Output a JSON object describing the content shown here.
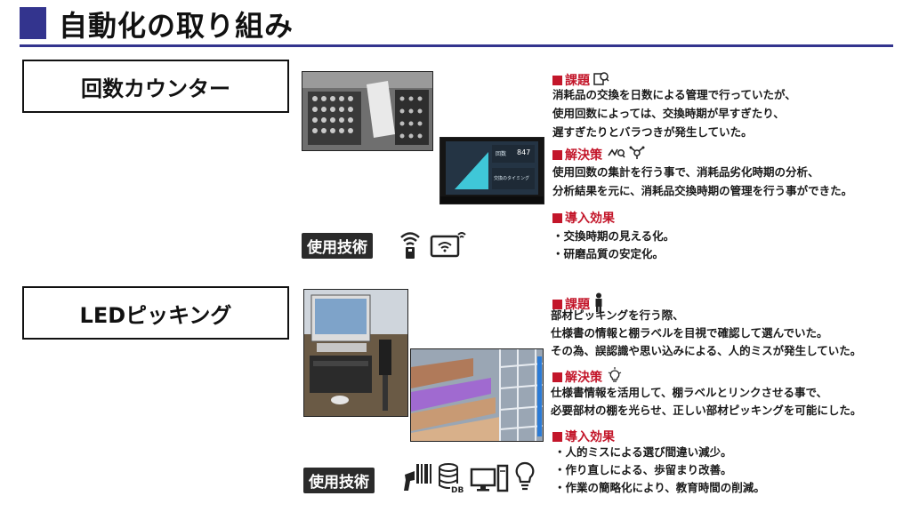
{
  "header": {
    "title": "自動化の取り組み"
  },
  "sections": [
    {
      "title": "回数カウンター",
      "tech_label": "使用技術",
      "screen": {
        "label": "回数",
        "value": "847",
        "sub": "交換のタイミング"
      },
      "issue": {
        "heading": "課題",
        "lines": [
          "消耗品の交換を日数による管理で行っていたが、",
          "使用回数によっては、交換時期が早すぎたり、",
          "遅すぎたりとバラつきが発生していた。"
        ]
      },
      "solution": {
        "heading": "解決策",
        "lines": [
          "使用回数の集計を行う事で、消耗品劣化時期の分析、",
          "分析結果を元に、消耗品交換時期の管理を行う事ができた。"
        ]
      },
      "effect": {
        "heading": "導入効果",
        "bullets": [
          "・交換時期の見える化。",
          "・研磨品質の安定化。"
        ]
      }
    },
    {
      "title": "LEDピッキング",
      "tech_label": "使用技術",
      "issue": {
        "heading": "課題",
        "lines": [
          "部材ピッキングを行う際、",
          "仕様書の情報と棚ラベルを目視で確認して選んでいた。",
          "その為、誤認識や思い込みによる、人的ミスが発生していた。"
        ]
      },
      "solution": {
        "heading": "解決策",
        "lines": [
          "仕様書情報を活用して、棚ラベルとリンクさせる事で、",
          "必要部材の棚を光らせ、正しい部材ピッキングを可能にした。"
        ]
      },
      "effect": {
        "heading": "導入効果",
        "bullets": [
          "・人的ミスによる選び間違い減少。",
          "・作り直しによる、歩留まり改善。",
          "・作業の簡略化により、教育時間の削減。"
        ]
      }
    }
  ],
  "icons": {
    "section1_issue": "magnifier-document-icon",
    "section1_solution": [
      "analysis-icon",
      "settings-network-icon"
    ],
    "section1_tech": [
      "wireless-sensor-icon",
      "wifi-monitor-icon"
    ],
    "section2_issue": "person-icon",
    "section2_solution": "lightbulb-icon",
    "section2_tech": [
      "barcode-scanner-icon",
      "database-icon",
      "computer-icon",
      "lightbulb-icon"
    ]
  },
  "colors": {
    "accent": "#33348e",
    "heading": "#c3162a",
    "label_bg": "#2b2b2b"
  }
}
